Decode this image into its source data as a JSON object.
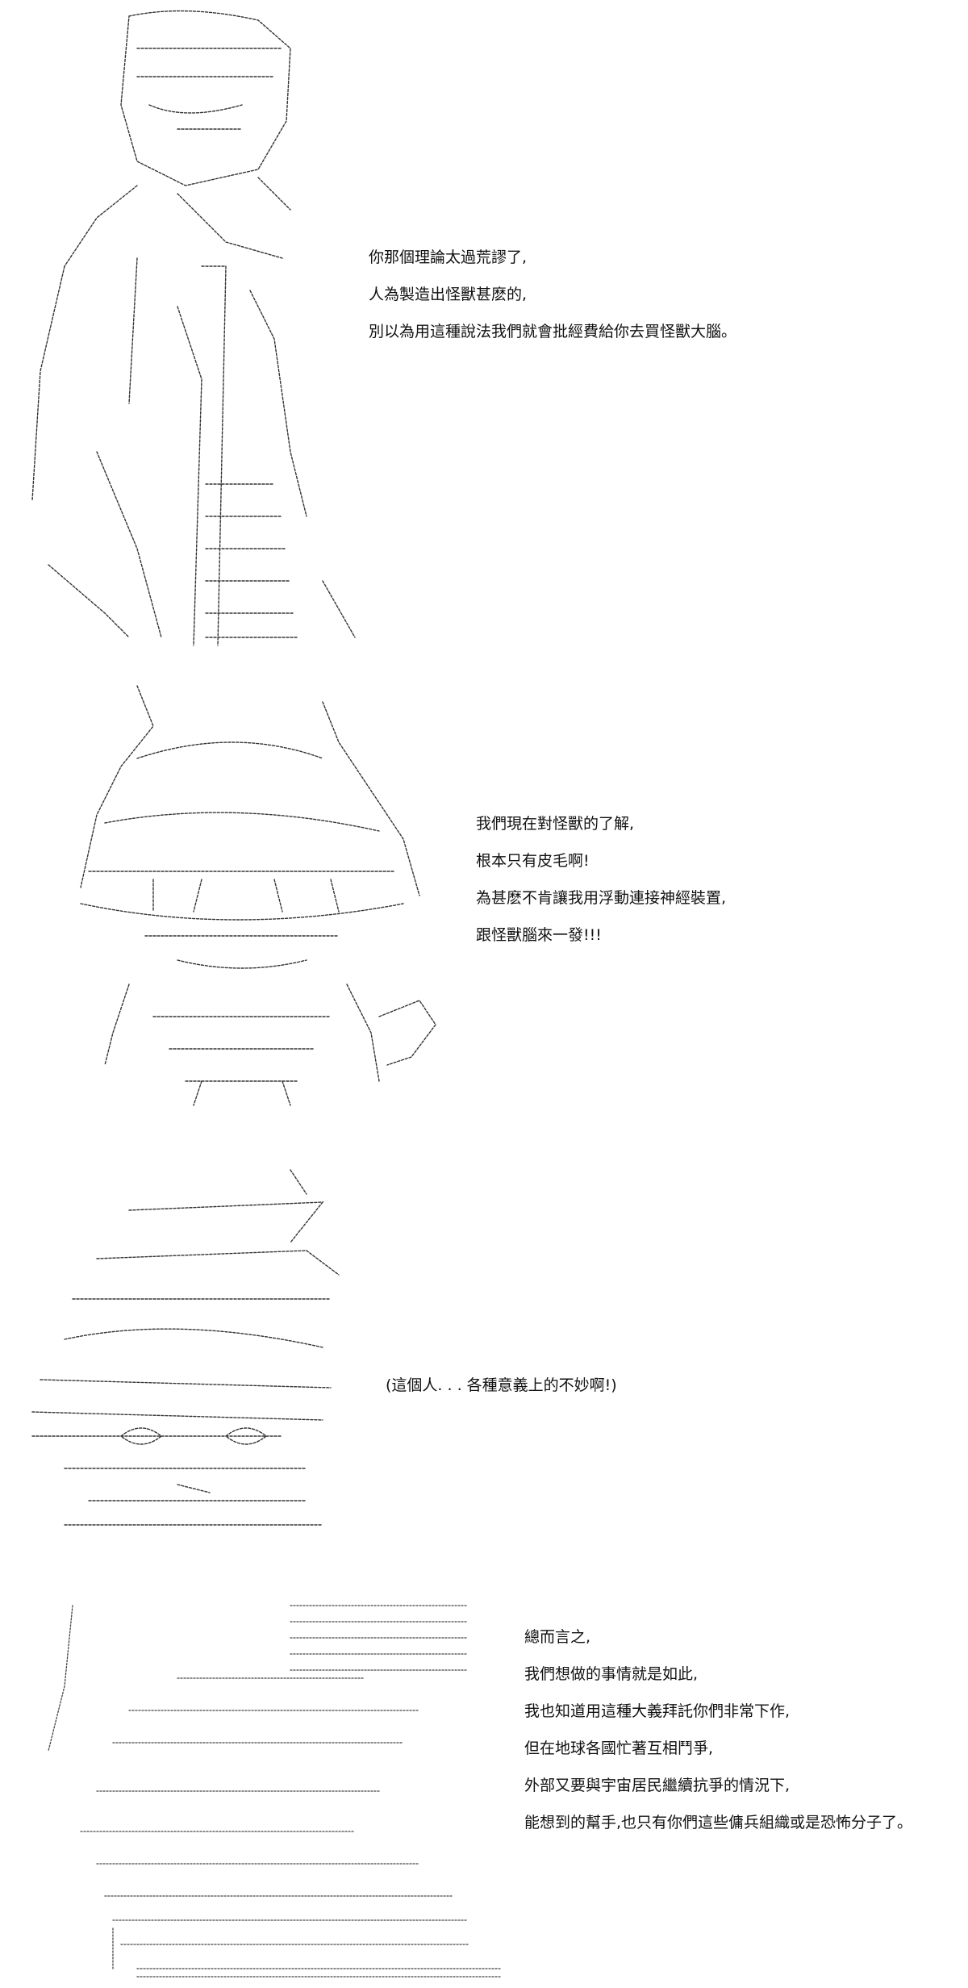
{
  "page": {
    "background": "#ffffff",
    "ink": "#111111"
  },
  "panels": [
    {
      "id": "panel-1",
      "art": "tall-figure-ascii-art",
      "lines": [
        "你那個理論太過荒謬了,",
        "人為製造出怪獸甚麽的,",
        "別以為用這種說法我們就會批經費給你去買怪獸大腦。"
      ]
    },
    {
      "id": "panel-2",
      "art": "twin-tail-girl-ascii-art",
      "lines": [
        "我們現在對怪獸的了解,",
        "根本只有皮毛啊!",
        "為甚麽不肯讓我用浮動連接神經裝置,",
        "跟怪獸腦來一發!!!"
      ]
    },
    {
      "id": "panel-3",
      "art": "eyepatch-girl-face-ascii-art",
      "lines": [
        "(這個人. . . 各種意義上的不妙啊!)"
      ]
    },
    {
      "id": "panel-4",
      "art": "shaded-portrait-ascii-art",
      "lines": [
        "總而言之,",
        "我們想做的事情就是如此,",
        "我也知道用這種大義拜託你們非常下作,",
        "但在地球各國忙著互相鬥爭,",
        "外部又要與宇宙居民繼續抗爭的情況下,",
        "能想到的幫手,也只有你們這些傭兵組織或是恐怖分子了。"
      ]
    }
  ]
}
